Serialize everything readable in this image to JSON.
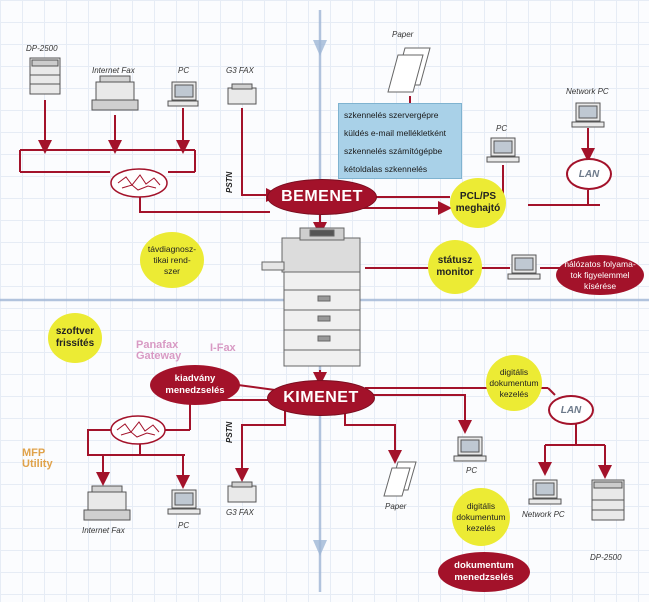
{
  "devices": {
    "dp2500_top": "DP-2500",
    "internet_fax_top": "Internet Fax",
    "pc_top": "PC",
    "g3fax_top": "G3 FAX",
    "paper_top": "Paper",
    "network_pc_top": "Network PC",
    "pc_mid": "PC",
    "internet_fax_bottom": "Internet Fax",
    "pc_bottom_left": "PC",
    "g3fax_bottom": "G3 FAX",
    "paper_bottom": "Paper",
    "pc_bottom_mid": "PC",
    "network_pc_bottom": "Network PC",
    "dp2500_bottom": "DP-2500"
  },
  "pstn_top": "PSTN",
  "pstn_bottom": "PSTN",
  "scan_box": [
    "szkennelés szervergépre",
    "küldés e-mail mellékletként",
    "szkennelés számítógépbe",
    "kétoldalas szkennelés"
  ],
  "bemenet": "BEMENET",
  "kimenet": "KIMENET",
  "lan_top": "LAN",
  "lan_bottom": "LAN",
  "yellow": {
    "pcl_line1": "PCL/PS",
    "pcl_line2": "meghajtó",
    "tav_line1": "távdiagnosz-",
    "tav_line2": "tikai rend-",
    "tav_line3": "szer",
    "status_line1": "státusz",
    "status_line2": "monitor",
    "szoftver_line1": "szoftver",
    "szoftver_line2": "frissítés",
    "dig1_line1": "digitális",
    "dig1_line2": "dokumentum",
    "dig1_line3": "kezelés",
    "dig2_line1": "digitális",
    "dig2_line2": "dokumentum",
    "dig2_line3": "kezelés"
  },
  "red": {
    "halozat_line1": "hálózatos folyama-",
    "halozat_line2": "tok figyelemmel",
    "halozat_line3": "kísérése",
    "kiadvany_line1": "kiadvány",
    "kiadvany_line2": "menedzselés",
    "dokmen_line1": "dokumentum",
    "dokmen_line2": "menedzselés"
  },
  "panafax_line1": "Panafax",
  "panafax_line2": "Gateway",
  "ifax": "I-Fax",
  "mfp_line1": "MFP",
  "mfp_line2": "Utility",
  "colors": {
    "wire": "#a3122a",
    "oval": "#a3122a",
    "yellow": "#eceb34",
    "axis": "#8aa6cc",
    "box": "#a9d1e8"
  }
}
